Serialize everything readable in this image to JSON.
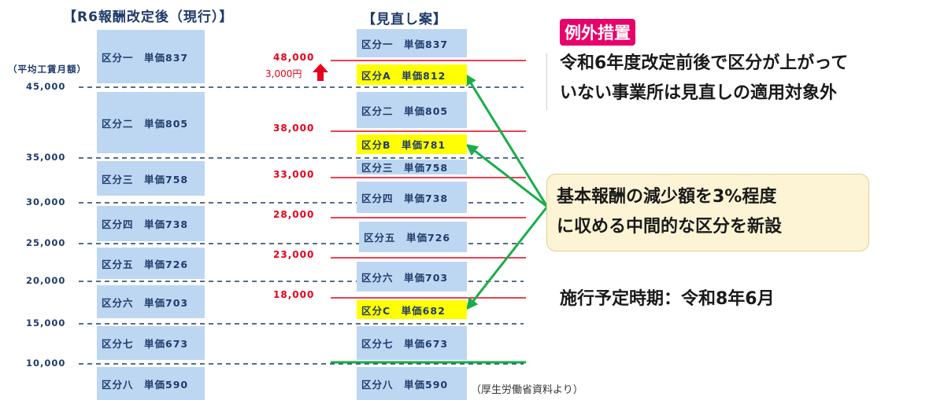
{
  "headers": {
    "left": "【R6報酬改定後（現行）】",
    "right": "【見直し案】",
    "y_axis": "（平均工賃月額）"
  },
  "y_ticks": [
    "45,000",
    "35,000",
    "30,000",
    "25,000",
    "20,000",
    "15,000",
    "10,000"
  ],
  "current_categories": [
    {
      "label": "区分一　単価837",
      "min_wage": 45000
    },
    {
      "label": "区分二　単価805",
      "min_wage": 35000
    },
    {
      "label": "区分三　単価758",
      "min_wage": 30000
    },
    {
      "label": "区分四　単価738",
      "min_wage": 25000
    },
    {
      "label": "区分五　単価726",
      "min_wage": 20000
    },
    {
      "label": "区分六　単価703",
      "min_wage": 15000
    },
    {
      "label": "区分七　単価673",
      "min_wage": 10000
    },
    {
      "label": "区分八　単価590",
      "min_wage": 0
    }
  ],
  "proposed_categories": [
    {
      "label": "区分一　単価837",
      "highlight": false
    },
    {
      "label": "区分A　単価812",
      "highlight": true
    },
    {
      "label": "区分二　単価805",
      "highlight": false
    },
    {
      "label": "区分B　単価781",
      "highlight": true
    },
    {
      "label": "区分三　単価758",
      "highlight": false
    },
    {
      "label": "区分四　単価738",
      "highlight": false
    },
    {
      "label": "区分五　単価726",
      "highlight": false
    },
    {
      "label": "区分六　単価703",
      "highlight": false
    },
    {
      "label": "区分C　単価682",
      "highlight": true
    },
    {
      "label": "区分七　単価673",
      "highlight": false
    },
    {
      "label": "区分八　単価590",
      "highlight": false
    }
  ],
  "proposed_thresholds": [
    "48,000",
    "38,000",
    "33,000",
    "28,000",
    "23,000",
    "18,000"
  ],
  "increase_note": "3,000円",
  "exception": {
    "badge": "例外措置",
    "line1": "令和6年度改定前後で区分が上がって",
    "line2": "いない事業所は見直しの適用対象外"
  },
  "callout": {
    "line1": "基本報酬の減少額を3%程度",
    "line2": "に収める中間的な区分を新設"
  },
  "effective": "施行予定時期：令和8年6月",
  "source": "（厚生労働省資料より）",
  "colors": {
    "navy": "#1f3b6b",
    "box_blue": "#bdd7f2",
    "highlight_yellow": "#ffff00",
    "threshold_red": "#e8001c",
    "arrow_green": "#1aad4b",
    "badge_pink": "#e8006b"
  }
}
